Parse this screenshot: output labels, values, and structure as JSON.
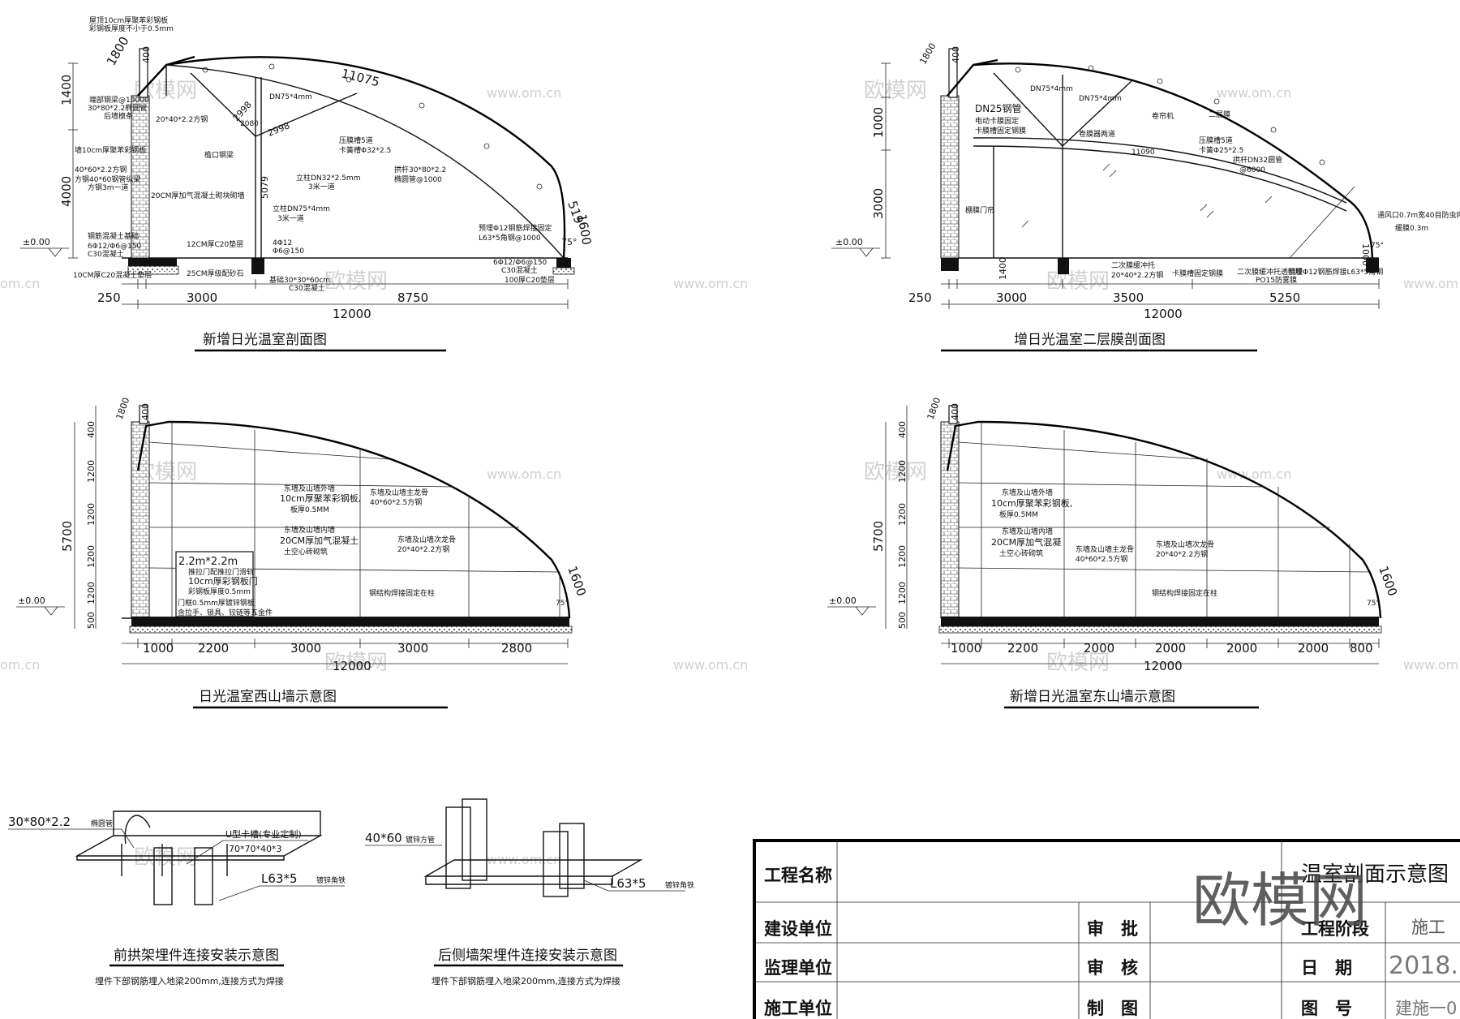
{
  "sheet": {
    "panel1": {
      "caption": "新增日光温室剖面图",
      "dims_bottom": [
        "250",
        "3000",
        "8750"
      ],
      "dim_total": "12000",
      "dims_left": [
        "1400",
        "4000"
      ],
      "diag_1800": "1800",
      "level": "±0.00",
      "arc": "11075",
      "side_1600": "1600",
      "diag_519": "519",
      "wall_400": "400",
      "notes": {
        "n1": "屋顶10cm厚聚苯彩钢板",
        "n1b": "彩钢板厚度不小于0.5mm",
        "n2": "端部钢梁@10000",
        "n3": "30*80*2.2椭圆管",
        "n4": "后墙檩条",
        "n5": "墙10cm厚聚苯彩钢板",
        "n6": "40*60*2.2方钢",
        "n7": "方钢40*60钢管纵梁",
        "n8": "方钢3m一道",
        "n9": "20CM厚加气混凝土砌块砌墙",
        "n10": "钢筋混凝土基础",
        "n11": "6Φ12/Φ6@150",
        "n12": "C30混凝土",
        "n13": "10CM厚C20混凝土垫层",
        "n14": "12CM厚C20垫层",
        "n15": "25CM厚级配砂石",
        "n16": "20*40*2.2方钢",
        "n17": "檐口钢梁",
        "n18": "DN75*4mm",
        "n19": "立柱DN32*2.5mm",
        "n20": "3米一道",
        "n21": "立柱DN75*4mm",
        "n22": "4Φ12",
        "n23": "Φ6@150",
        "n24": "基础30*30*60cm",
        "n25": "C30混凝土",
        "n26": "压膜槽5道",
        "n27": "卡簧槽Φ32*2.5",
        "n28": "拱杆30*80*2.2",
        "n29": "椭圆管@1000",
        "n30": "预埋Φ12钢筋焊接固定",
        "n31": "L63*5角钢@1000",
        "n32": "6Φ12/Φ6@150",
        "n33": "C30混凝土",
        "n34": "100厚C20垫层",
        "n35": "2998",
        "n36": "2998",
        "n37": "5079",
        "n38": "75°",
        "n39": "2080"
      }
    },
    "panel2": {
      "caption": "增日光温室二层膜剖面图",
      "dims_bottom": [
        "250",
        "3000",
        "3500",
        "5250"
      ],
      "dim_total": "12000",
      "dims_left": [
        "1000",
        "3000"
      ],
      "diag_1800": "1800",
      "level": "±0.00",
      "side_1000": "1000",
      "wall_400": "400",
      "notes": {
        "n1": "DN25钢管",
        "n2": "电动卡膜固定",
        "n3": "卡膜槽固定钢膜",
        "n4": "DN75*4mm",
        "n5": "DN75*4mm",
        "n6": "卷帘机",
        "n7": "二层膜",
        "n8": "卷膜器两道",
        "n9": "11090",
        "n10": "压膜槽5道",
        "n11": "卡簧Φ25*2.5",
        "n12": "拱杆DN32圆管",
        "n13": "@6000",
        "n14": "棚膜门帘",
        "n15": "通风口0.7m宽40目防虫网",
        "n16": "缓膜0.3m",
        "n17": "二次膜缓冲托",
        "n18": "20*40*2.2方钢",
        "n19": "卡膜槽固定钢膜",
        "n20": "二次膜缓冲托透明膜",
        "n21": "PO15防雾膜",
        "n22": "预埋Φ12钢筋焊接L63*5角钢",
        "n23": "75°",
        "n24": "1400"
      }
    },
    "panel3": {
      "caption": "日光温室西山墙示意图",
      "dims_bottom": [
        "1000",
        "2200",
        "3000",
        "3000",
        "2800"
      ],
      "dim_total": "12000",
      "dims_left": [
        "400",
        "1200",
        "1200",
        "1200",
        "1200",
        "500"
      ],
      "dim_left_total": "5700",
      "diag_1600": "1600",
      "top_400": "400",
      "top_1800": "1800",
      "level": "±0.00",
      "angle": "75°",
      "door": [
        "2.2m*2.2m",
        "推拉门配推拉门滑轨",
        "10cm厚彩钢板门",
        "彩钢板厚度0.5mm",
        "门框0.5mm厚镀锌钢板",
        "含拉手、锁具、铰链等五金件"
      ],
      "notes": {
        "a1": "东墙及山墙外墙",
        "a2": "10cm厚聚苯彩钢板,",
        "a3": "板厚0.5MM",
        "b1": "东墙及山墙内墙",
        "b2": "20CM厚加气混凝土",
        "b3": "土空心砖砌筑",
        "c1": "东墙及山墙主龙骨",
        "c2": "40*60*2.5方钢",
        "d1": "东墙及山墙次龙骨",
        "d2": "20*40*2.2方钢",
        "e1": "钢结构焊接固定在柱"
      }
    },
    "panel4": {
      "caption": "新增日光温室东山墙示意图",
      "dims_bottom": [
        "1000",
        "2200",
        "2000",
        "2000",
        "2000",
        "2000",
        "800"
      ],
      "dim_total": "12000",
      "dims_left": [
        "400",
        "1200",
        "1200",
        "1200",
        "1200",
        "500"
      ],
      "dim_left_total": "5700",
      "diag_1600": "1600",
      "top_400": "400",
      "top_1800": "1800",
      "level": "±0.00",
      "angle": "75°",
      "notes": {
        "a1": "东墙及山墙外墙",
        "a2": "10cm厚聚苯彩钢板,",
        "a3": "板厚0.5MM",
        "b1": "东墙及山墙内墙",
        "b2": "20CM厚加气混凝",
        "b3": "土空心砖砌筑",
        "c1": "东墙及山墙主龙骨",
        "c2": "40*60*2.5方钢",
        "d1": "东墙及山墙次龙骨",
        "d2": "20*40*2.2方钢",
        "e1": "钢结构焊接固定在柱"
      }
    },
    "detail1": {
      "caption": "前拱架埋件连接安装示意图",
      "note": "埋件下部钢筋埋入地梁200mm,连接方式为焊接",
      "l1": "30*80*2.2",
      "l1b": "椭圆管",
      "l2": "U型卡槽(专业定制)",
      "l3": "70*70*40*3",
      "l4": "L63*5",
      "l4b": "镀锌角铁"
    },
    "detail2": {
      "caption": "后侧墙架埋件连接安装示意图",
      "note": "埋件下部钢筋埋入地梁200mm,连接方式为焊接",
      "l1": "40*60",
      "l1b": "镀锌方管",
      "l2": "L63*5",
      "l2b": "镀锌角铁"
    },
    "watermark": {
      "brand": "欧模网",
      "url": "www.om.cn",
      "url_short": "om.cn",
      "big": "欧模网"
    },
    "titleblock": {
      "project_name_label": "工程名称",
      "drawing_name": "温室剖面示意图",
      "client_label": "建设单位",
      "supervisor_label": "监理单位",
      "contractor_label": "施工单位",
      "approve_label": "审　批",
      "review_label": "审　核",
      "draw_label": "制　图",
      "stage_label": "工程阶段",
      "stage_value": "施工",
      "date_label": "日　期",
      "date_value": "2018.",
      "dwg_no_label": "图　号",
      "dwg_no_value": "建施一0"
    }
  }
}
